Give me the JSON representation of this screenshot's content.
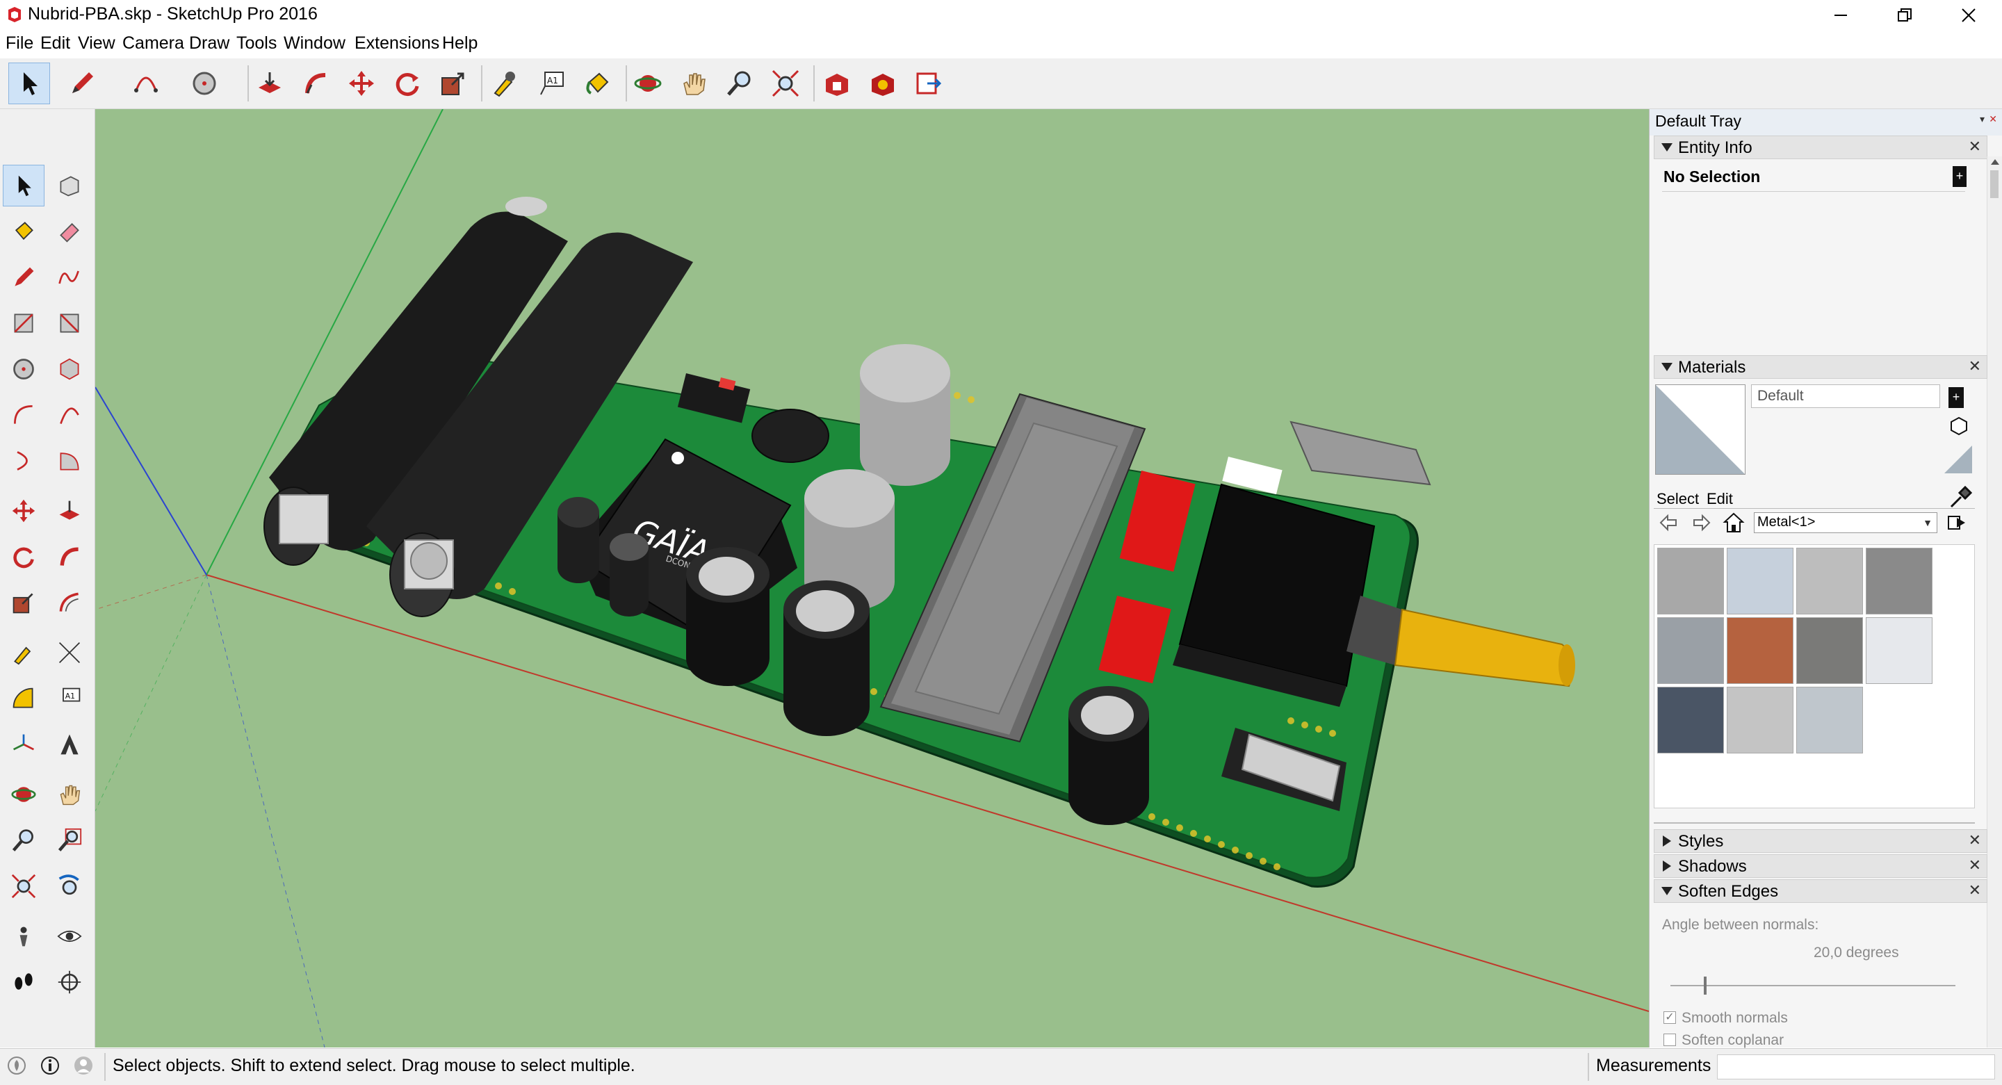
{
  "window": {
    "title": "Nubrid-PBA.skp - SketchUp Pro 2016",
    "controls": [
      "minimize",
      "restore",
      "close"
    ]
  },
  "menu": [
    "File",
    "Edit",
    "View",
    "Camera",
    "Draw",
    "Tools",
    "Window",
    "Extensions",
    "Help"
  ],
  "toolbar": {
    "tools": [
      "select-icon",
      "pencil-icon",
      "arc-icon",
      "circle-icon",
      "push-pull-icon",
      "follow-me-icon",
      "move-icon",
      "rotate-icon",
      "scale-icon",
      "tape-measure-icon",
      "text-icon",
      "paint-bucket-icon",
      "orbit-icon",
      "pan-icon",
      "zoom-icon",
      "zoom-extents-icon",
      "warehouse-icon",
      "extension-warehouse-icon",
      "send-to-layout-icon"
    ]
  },
  "viewport": {
    "background": "#99bf8c",
    "model": {
      "logo_text": "GAÏA",
      "logo_subtext": "DCONVERTER"
    }
  },
  "tray": {
    "title": "Default Tray",
    "entity_info": {
      "label": "Entity Info",
      "selection": "No Selection"
    },
    "materials": {
      "label": "Materials",
      "current": "Default",
      "tabs": [
        "Select",
        "Edit"
      ],
      "library": "Metal<1>",
      "swatches": [
        "#a8a8a8",
        "#c6d0dc",
        "#bdbdbd",
        "#8a8a8a",
        "#9aa0a6",
        "#b5623f",
        "#7a7a78",
        "#e6e8ec",
        "#4a5565",
        "#c4c4c4",
        "#bfc6cc"
      ]
    },
    "styles": {
      "label": "Styles"
    },
    "shadows": {
      "label": "Shadows"
    },
    "soften_edges": {
      "label": "Soften Edges",
      "angle_label": "Angle between normals:",
      "angle_value": "20,0  degrees",
      "smooth_normals": "Smooth normals",
      "soften_coplanar": "Soften coplanar",
      "smooth_checked": true,
      "coplanar_checked": false
    }
  },
  "status": {
    "message": "Select objects. Shift to extend select. Drag mouse to select multiple.",
    "measurements_label": "Measurements"
  }
}
